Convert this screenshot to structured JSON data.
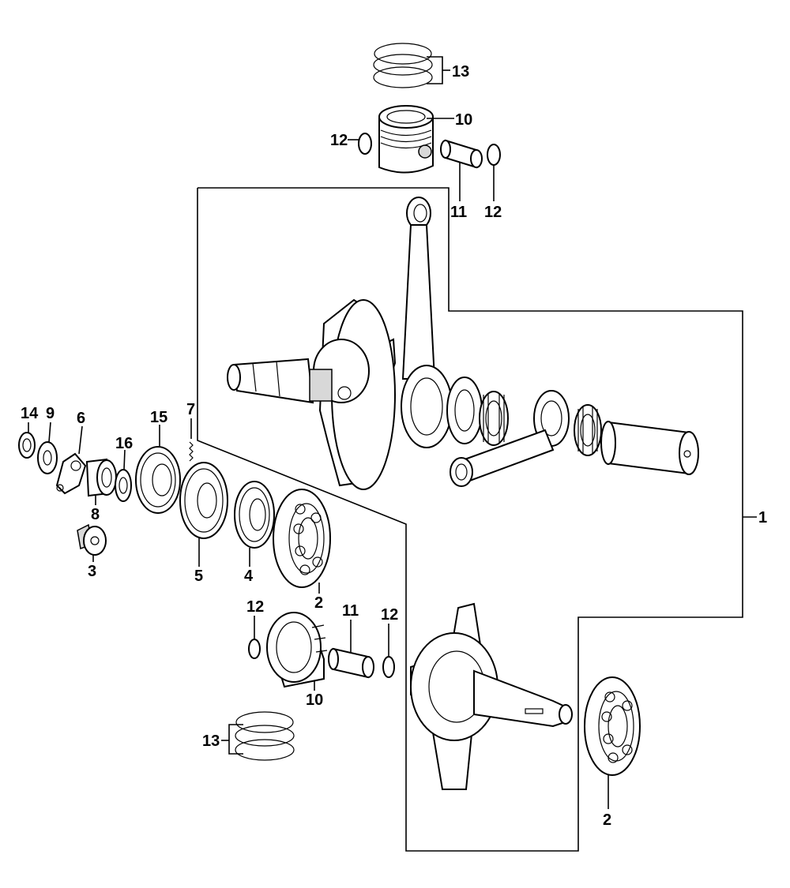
{
  "callouts": {
    "c1": "1",
    "c2a": "2",
    "c2b": "2",
    "c3": "3",
    "c4": "4",
    "c5": "5",
    "c6": "6",
    "c7": "7",
    "c8": "8",
    "c9": "9",
    "c10a": "10",
    "c10b": "10",
    "c11a": "11",
    "c11b": "11",
    "c12a": "12",
    "c12b": "12",
    "c12c": "12",
    "c12d": "12",
    "c13a": "13",
    "c13b": "13",
    "c14": "14",
    "c15": "15",
    "c16": "16"
  }
}
